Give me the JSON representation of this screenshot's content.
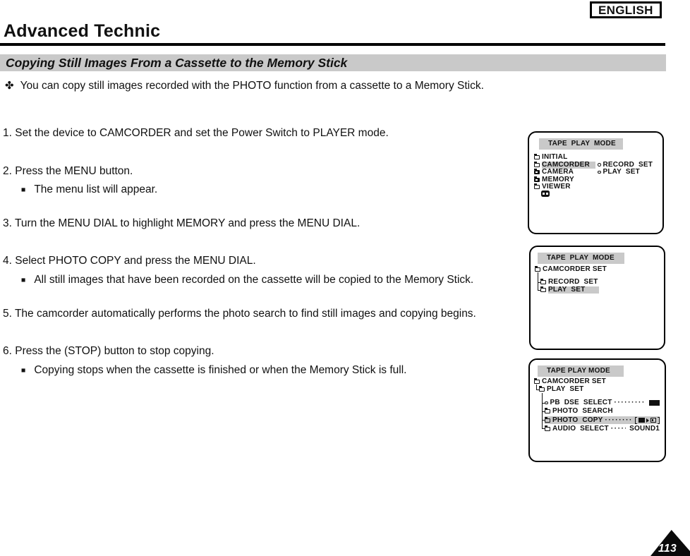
{
  "page": {
    "language_badge": "ENGLISH",
    "title": "Advanced Technic",
    "section_title": "Copying Still Images From a Cassette to the Memory Stick",
    "page_number": "113",
    "colors": {
      "highlight_gray": "#c9c9c9",
      "ink": "#111111"
    }
  },
  "intro": {
    "bullet": "✤",
    "text": "You can copy still images recorded with the PHOTO function from a cassette to a Memory Stick."
  },
  "sub_bullet": "■",
  "steps": [
    {
      "text": "1. Set the device to CAMCORDER and set the Power Switch to PLAYER mode."
    },
    {
      "text": "2. Press the MENU button.",
      "sub": "The menu list will appear."
    },
    {
      "text": "3. Turn the MENU DIAL to highlight MEMORY and press the MENU DIAL."
    },
    {
      "text": "4. Select PHOTO COPY and press the MENU DIAL.",
      "sub": "All still images that have been recorded on the cassette will be copied to the Memory Stick."
    },
    {
      "text": "5. The camcorder automatically performs the photo search to find still images and copying begins."
    },
    {
      "text": "6. Press the (STOP) button to stop copying.",
      "sub": "Copying stops when the cassette is finished or when the Memory Stick is full."
    }
  ],
  "menus": [
    {
      "header": "TAPE  PLAY  MODE",
      "items": [
        {
          "label": "INITIAL"
        },
        {
          "label": "CAMCORDER",
          "highlighted": true
        },
        {
          "label": "CAMERA"
        },
        {
          "label": "MEMORY"
        },
        {
          "label": "VIEWER"
        }
      ],
      "options": [
        {
          "label": "RECORD  SET"
        },
        {
          "label": "PLAY  SET"
        }
      ]
    },
    {
      "header": "TAPE  PLAY  MODE",
      "root": "CAMCORDER SET",
      "children": [
        {
          "label": "RECORD  SET"
        },
        {
          "label": "PLAY  SET",
          "highlighted": true
        }
      ]
    },
    {
      "header": "TAPE PLAY MODE",
      "root": "CAMCORDER SET",
      "branch": "PLAY  SET",
      "children": [
        {
          "label": "PB  DSE  SELECT",
          "dots": "············",
          "value_icon": "black-box-icon"
        },
        {
          "label": "PHOTO  SEARCH",
          "dots": "",
          "value": ""
        },
        {
          "label": "PHOTO  COPY",
          "dots": "·········",
          "value_icon": "tape-to-memory-stick-icon",
          "highlighted": true
        },
        {
          "label": "AUDIO  SELECT",
          "dots": "·······",
          "value": "SOUND1"
        }
      ]
    }
  ]
}
